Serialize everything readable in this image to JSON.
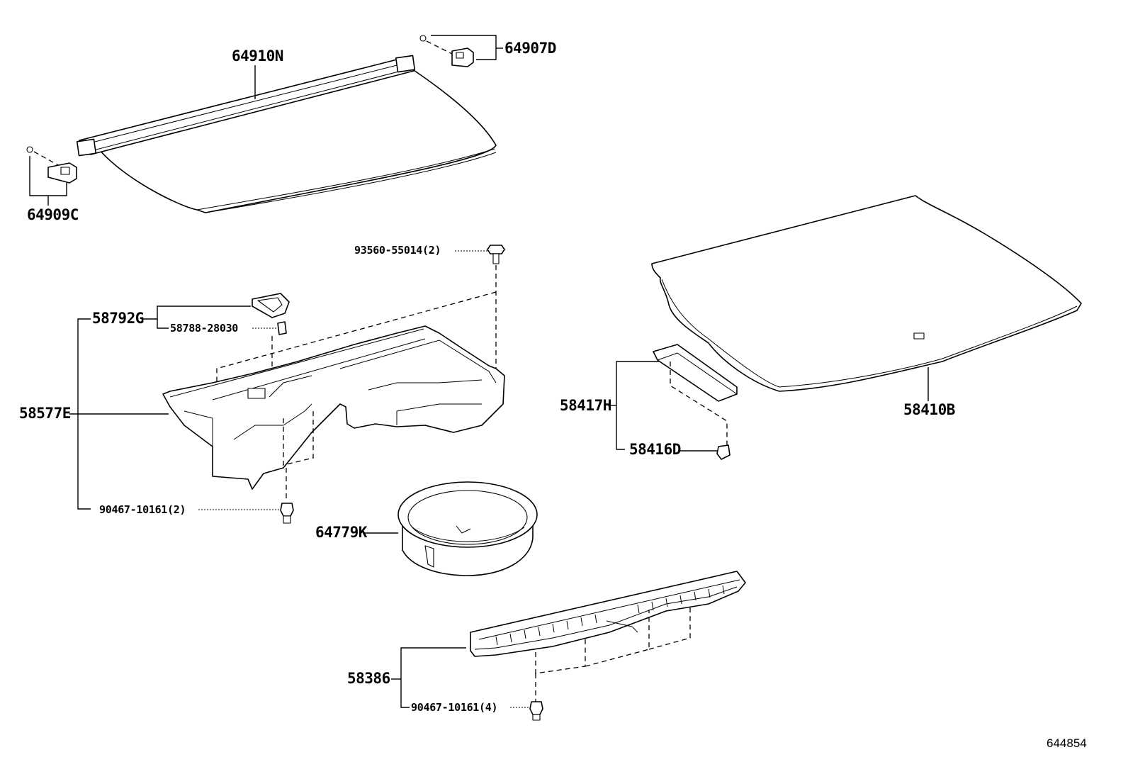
{
  "diagram": {
    "diagram_id": "644854",
    "parts": [
      {
        "key": "tonneau_cover",
        "label": "64910N"
      },
      {
        "key": "right_holder",
        "label": "64907D"
      },
      {
        "key": "left_holder",
        "label": "64909C"
      },
      {
        "key": "bolt_top",
        "label": "93560-55014(2)"
      },
      {
        "key": "bracket_group",
        "label": "58792G"
      },
      {
        "key": "bracket_clip",
        "label": "58788-28030"
      },
      {
        "key": "side_box",
        "label": "58577E"
      },
      {
        "key": "clip_side_box",
        "label": "90467-10161(2)"
      },
      {
        "key": "spare_tire_tray",
        "label": "64779K"
      },
      {
        "key": "floor_board",
        "label": "58410B"
      },
      {
        "key": "floor_board_sub",
        "label": "58417H"
      },
      {
        "key": "floor_clip",
        "label": "58416D"
      },
      {
        "key": "scuff_plate",
        "label": "58386"
      },
      {
        "key": "clip_scuff_plate",
        "label": "90467-10161(4)"
      }
    ]
  }
}
